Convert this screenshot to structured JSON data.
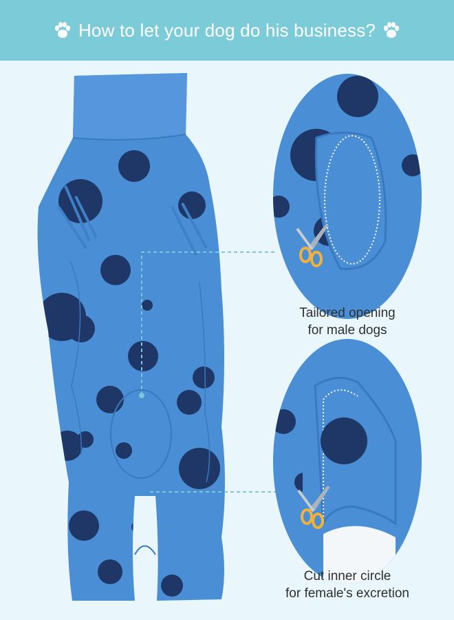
{
  "header": {
    "title": "How to let your dog do his business?",
    "background": "#7ccbd8",
    "left_icon": "paw-icon",
    "right_icon": "paw-icon"
  },
  "garment": {
    "fabric_color": "#4a8fd6",
    "dot_color": "#1e3766"
  },
  "callouts": [
    {
      "line1": "Tailored opening",
      "line2": "for male dogs",
      "icon": "scissors-icon"
    },
    {
      "line1": "Cut inner circle",
      "line2": "for female's excretion",
      "icon": "scissors-icon"
    }
  ],
  "colors": {
    "page_bg": "#e9f6fb",
    "leader_line": "#7cc6d8",
    "scissors_handle": "#f2b23a"
  }
}
